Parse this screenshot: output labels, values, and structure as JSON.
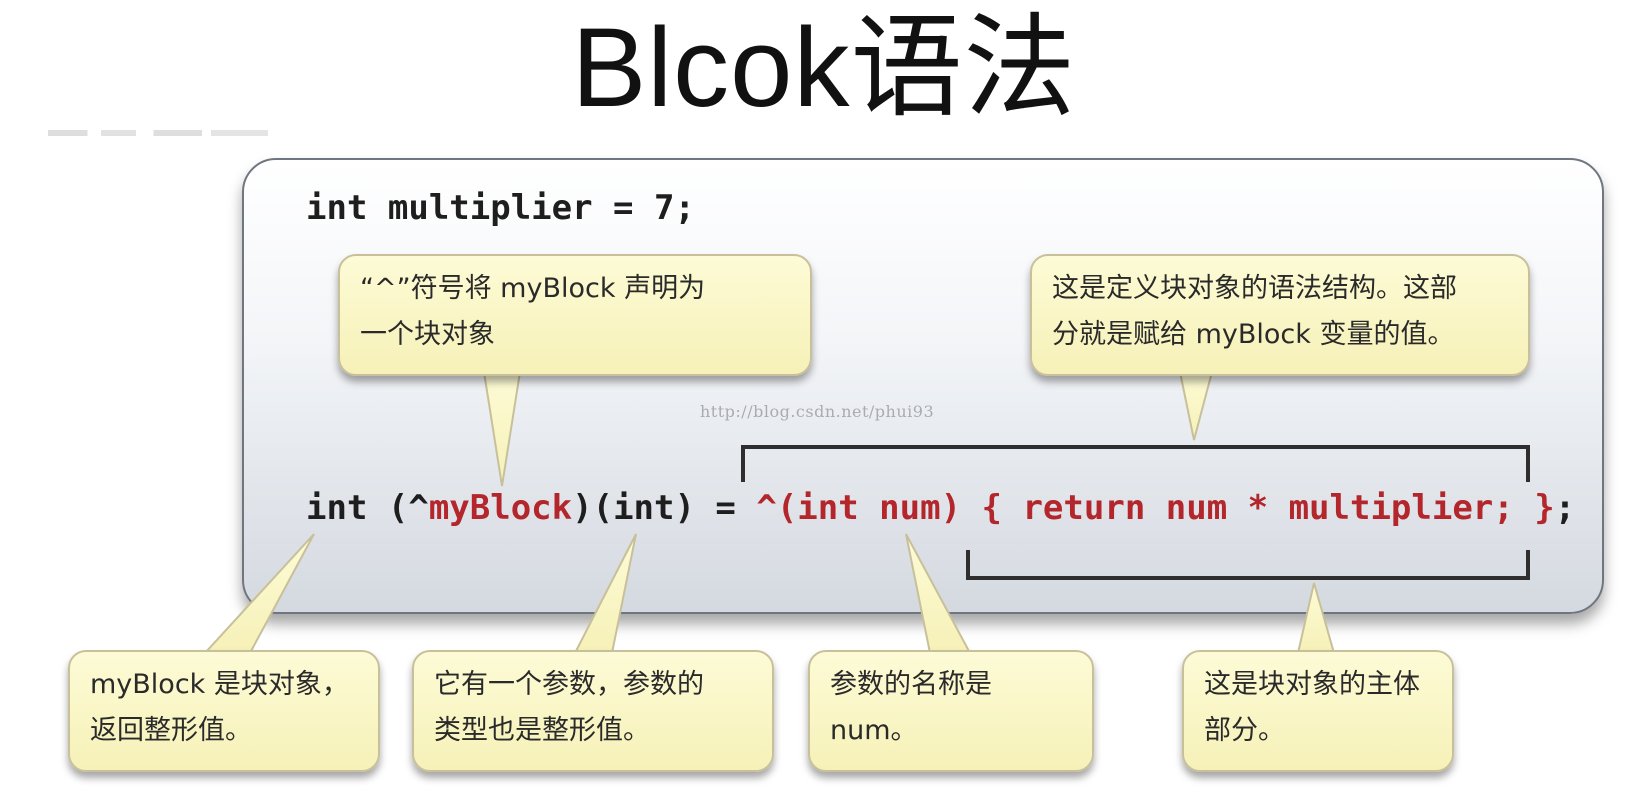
{
  "title": "Blcok语法",
  "code": {
    "line1": "int multiplier = 7;",
    "line2_prefix": "int (^",
    "line2_name": "myBlock",
    "line2_mid": ")(int) = ",
    "line2_literal": "^(int num) { return num * multiplier; }",
    "line2_suffix": ";"
  },
  "watermark": "http://blog.csdn.net/phui93",
  "callouts": {
    "caret": {
      "line1": "“^”符号将 myBlock 声明为",
      "line2": "一个块对象"
    },
    "definition": {
      "line1": "这是定义块对象的语法结构。这部",
      "line2": "分就是赋给 myBlock 变量的值。"
    },
    "block_object": {
      "line1": "myBlock 是块对象，",
      "line2": "返回整形值。"
    },
    "param_type": {
      "line1": "它有一个参数，参数的",
      "line2": "类型也是整形值。"
    },
    "param_name": {
      "line1": "参数的名称是",
      "line2": "num。"
    },
    "body": {
      "line1": "这是块对象的主体",
      "line2": "部分。"
    }
  },
  "colors": {
    "bubble": "#f8f4c2",
    "code_highlight": "#b3262b",
    "panel_border": "#6f7680"
  }
}
